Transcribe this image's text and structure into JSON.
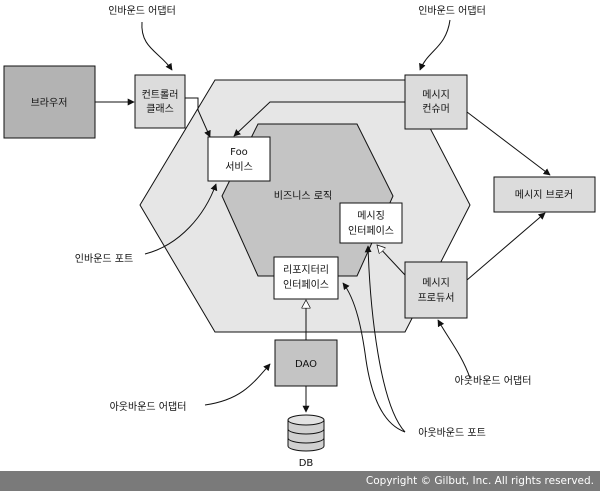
{
  "nodes": {
    "browser": "브라우저",
    "controller": [
      "컨트롤러",
      "클래스"
    ],
    "consumer": [
      "메시지",
      "컨슈머"
    ],
    "broker": "메시지 브로커",
    "foo_service": [
      "Foo",
      "서비스"
    ],
    "business_logic": "비즈니스 로직",
    "messaging_interface": [
      "메시징",
      "인터페이스"
    ],
    "repository_interface": [
      "리포지터리",
      "인터페이스"
    ],
    "producer": [
      "메시지",
      "프로듀서"
    ],
    "dao": "DAO",
    "db": "DB"
  },
  "annotations": {
    "inbound_adapter_left": "인바운드 어댑터",
    "inbound_adapter_right": "인바운드 어댑터",
    "inbound_port": "인바운드 포트",
    "outbound_adapter_left": "아웃바운드 어댑터",
    "outbound_adapter_right": "아웃바운드 어댑터",
    "outbound_port": "아웃바운드 포트"
  },
  "footer": {
    "copyright": "Copyright © Gilbut, Inc. All rights reserved."
  },
  "colors": {
    "outer_hex": "#e6e6e6",
    "inner_hex": "#c4c4c4",
    "box_dark": "#b3b3b3",
    "box_light": "#dcdcdc",
    "footer": "#7a7a7a"
  }
}
